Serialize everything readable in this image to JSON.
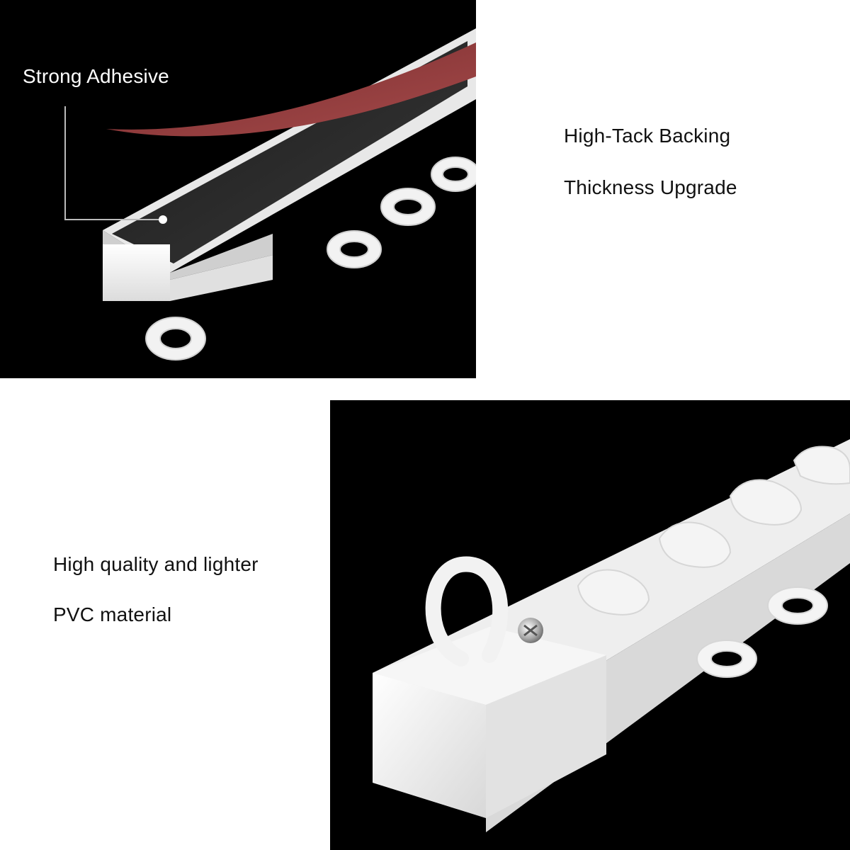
{
  "top_panel": {
    "callout_label": "Strong Adhesive"
  },
  "features": {
    "line1": "High-Tack Backing",
    "line2": "Thickness Upgrade",
    "line3": "High quality and lighter",
    "line4": "PVC material"
  },
  "colors": {
    "panel_background": "#000000",
    "track_white": "#f4f4f4",
    "adhesive_red": "#8c3a3a",
    "text_dark": "#111111",
    "text_light": "#ffffff"
  }
}
